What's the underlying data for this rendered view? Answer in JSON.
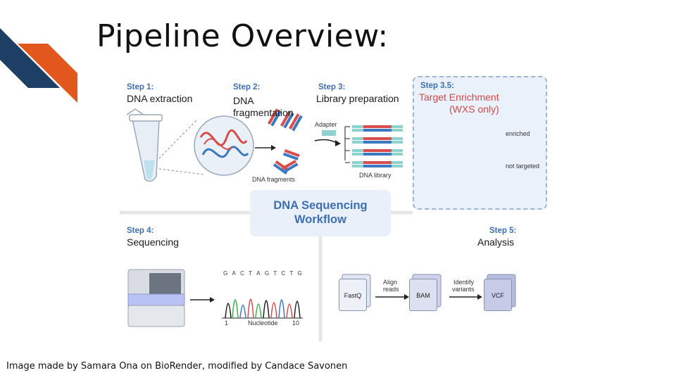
{
  "slide": {
    "title": "Pipeline Overview:",
    "caption": "Image made by Samara Ona on BioRender, modified by Candace Savonen",
    "accent_colors": [
      "#1d3f66",
      "#e2571e"
    ]
  },
  "figure": {
    "hub": {
      "line1": "DNA Sequencing",
      "line2": "Workflow"
    },
    "steps": [
      {
        "label": "Step 1:",
        "desc": "DNA extraction"
      },
      {
        "label": "Step 2:",
        "desc_line1": "DNA",
        "desc_line2": "fragmentation",
        "sublabel": "DNA fragments"
      },
      {
        "label": "Step 3:",
        "desc": "Library preparation",
        "adapter_label": "Adapter",
        "sublabel": "DNA library"
      },
      {
        "label": "Step 3.5:",
        "desc_line1": "Target Enrichment",
        "desc_line2": "(WXS only)",
        "enriched": "enriched",
        "not_targeted": "not targeted"
      },
      {
        "label": "Step 4:",
        "desc": "Sequencing",
        "sequence": [
          "G",
          "A",
          "C",
          "T",
          "A",
          "G",
          "T",
          "C",
          "T",
          "G"
        ],
        "axis_start": "1",
        "axis_end": "10",
        "axis_label": "Nucleotide"
      },
      {
        "label": "Step 5:",
        "desc": "Analysis",
        "files": [
          "FastQ",
          "BAM",
          "VCF"
        ],
        "arrow1_line1": "Align",
        "arrow1_line2": "reads",
        "arrow2_line1": "Identify",
        "arrow2_line2": "variants"
      }
    ]
  }
}
